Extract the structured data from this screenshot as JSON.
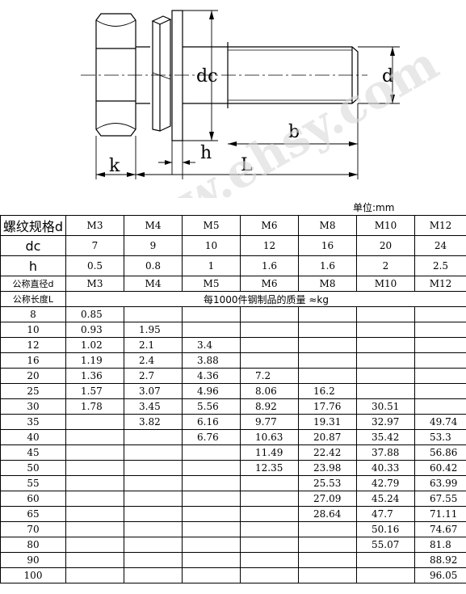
{
  "drawing": {
    "labels": {
      "dc": "dc",
      "d": "d",
      "b": "b",
      "h": "h",
      "k": "k",
      "L": "L"
    }
  },
  "watermark": "www.ehsy.com",
  "unit_label": "单位:mm",
  "spec_table": {
    "rows": [
      {
        "label": "螺纹规格d",
        "values": [
          "M3",
          "M4",
          "M5",
          "M6",
          "M8",
          "M10",
          "M12"
        ]
      },
      {
        "label": "dc",
        "values": [
          "7",
          "9",
          "10",
          "12",
          "16",
          "20",
          "24"
        ]
      },
      {
        "label": "h",
        "values": [
          "0.5",
          "0.8",
          "1",
          "1.6",
          "1.6",
          "2",
          "2.5"
        ]
      }
    ]
  },
  "mass_table": {
    "header_label": "公称直径d",
    "sizes": [
      "M3",
      "M4",
      "M5",
      "M6",
      "M8",
      "M10",
      "M12"
    ],
    "length_label": "公称长度L",
    "mass_caption": "每1000件钢制品的质量 ≈kg",
    "rows": [
      {
        "L": "8",
        "values": [
          "0.85",
          "",
          "",
          "",
          "",
          "",
          ""
        ]
      },
      {
        "L": "10",
        "values": [
          "0.93",
          "1.95",
          "",
          "",
          "",
          "",
          ""
        ]
      },
      {
        "L": "12",
        "values": [
          "1.02",
          "2.1",
          "3.4",
          "",
          "",
          "",
          ""
        ]
      },
      {
        "L": "16",
        "values": [
          "1.19",
          "2.4",
          "3.88",
          "",
          "",
          "",
          ""
        ]
      },
      {
        "L": "20",
        "values": [
          "1.36",
          "2.7",
          "4.36",
          "7.2",
          "",
          "",
          ""
        ]
      },
      {
        "L": "25",
        "values": [
          "1.57",
          "3.07",
          "4.96",
          "8.06",
          "16.2",
          "",
          ""
        ]
      },
      {
        "L": "30",
        "values": [
          "1.78",
          "3.45",
          "5.56",
          "8.92",
          "17.76",
          "30.51",
          ""
        ]
      },
      {
        "L": "35",
        "values": [
          "",
          "3.82",
          "6.16",
          "9.77",
          "19.31",
          "32.97",
          "49.74"
        ]
      },
      {
        "L": "40",
        "values": [
          "",
          "",
          "6.76",
          "10.63",
          "20.87",
          "35.42",
          "53.3"
        ]
      },
      {
        "L": "45",
        "values": [
          "",
          "",
          "",
          "11.49",
          "22.42",
          "37.88",
          "56.86"
        ]
      },
      {
        "L": "50",
        "values": [
          "",
          "",
          "",
          "12.35",
          "23.98",
          "40.33",
          "60.42"
        ]
      },
      {
        "L": "55",
        "values": [
          "",
          "",
          "",
          "",
          "25.53",
          "42.79",
          "63.99"
        ]
      },
      {
        "L": "60",
        "values": [
          "",
          "",
          "",
          "",
          "27.09",
          "45.24",
          "67.55"
        ]
      },
      {
        "L": "65",
        "values": [
          "",
          "",
          "",
          "",
          "28.64",
          "47.7",
          "71.11"
        ]
      },
      {
        "L": "70",
        "values": [
          "",
          "",
          "",
          "",
          "",
          "50.16",
          "74.67"
        ]
      },
      {
        "L": "80",
        "values": [
          "",
          "",
          "",
          "",
          "",
          "55.07",
          "81.8"
        ]
      },
      {
        "L": "90",
        "values": [
          "",
          "",
          "",
          "",
          "",
          "",
          "88.92"
        ]
      },
      {
        "L": "100",
        "values": [
          "",
          "",
          "",
          "",
          "",
          "",
          "96.05"
        ]
      }
    ]
  }
}
